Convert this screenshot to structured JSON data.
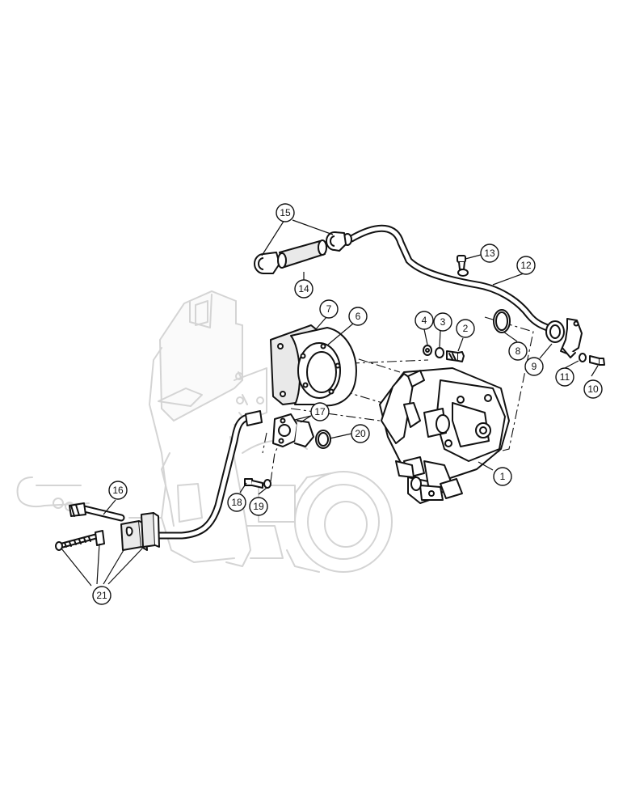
{
  "callouts": [
    {
      "label": "1"
    },
    {
      "label": "2"
    },
    {
      "label": "3"
    },
    {
      "label": "4"
    },
    {
      "label": "6"
    },
    {
      "label": "7"
    },
    {
      "label": "8"
    },
    {
      "label": "9"
    },
    {
      "label": "10"
    },
    {
      "label": "11"
    },
    {
      "label": "12"
    },
    {
      "label": "13"
    },
    {
      "label": "14"
    },
    {
      "label": "15"
    },
    {
      "label": "16"
    },
    {
      "label": "17"
    },
    {
      "label": "18"
    },
    {
      "label": "19"
    },
    {
      "label": "20"
    },
    {
      "label": "21"
    }
  ]
}
